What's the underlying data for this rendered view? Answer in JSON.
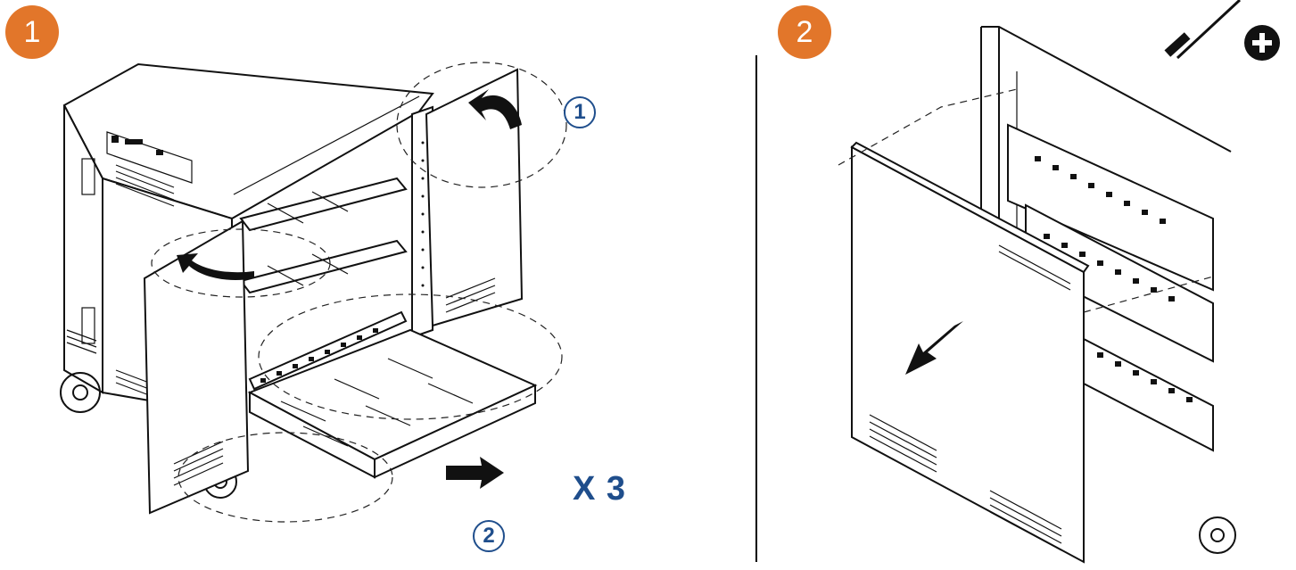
{
  "steps": [
    {
      "number": "1",
      "callouts": [
        "1",
        "2"
      ],
      "quantity_label": "X 3"
    },
    {
      "number": "2"
    }
  ],
  "colors": {
    "step_badge": "#e2762a",
    "callout": "#1f4e8c",
    "line": "#111111"
  },
  "icons": {
    "screwdriver": "screwdriver-icon",
    "plus": "plus-circle-icon"
  }
}
